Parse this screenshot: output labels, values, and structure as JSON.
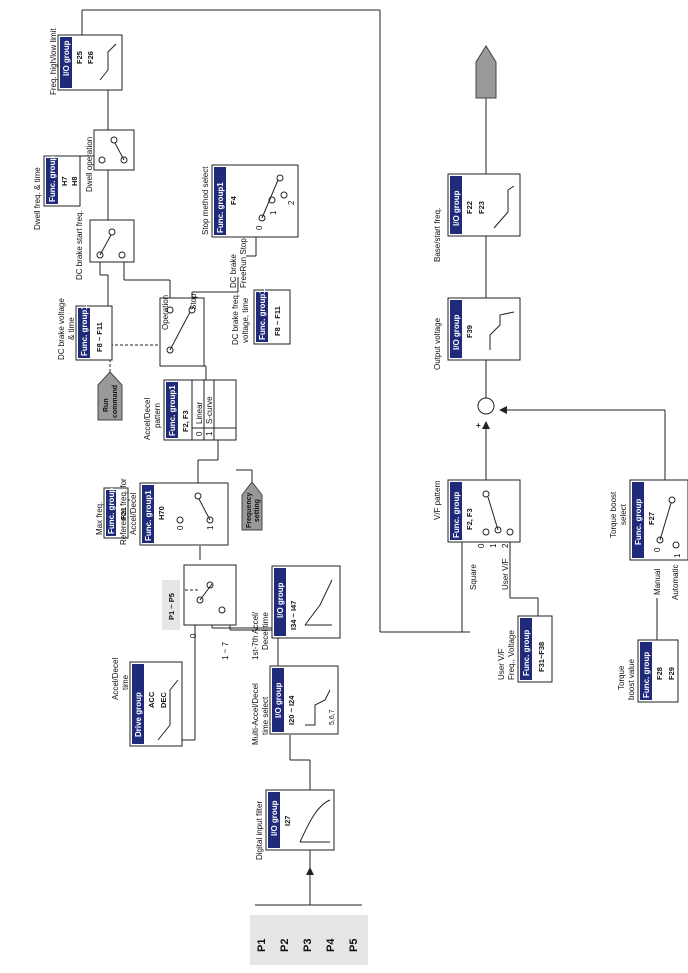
{
  "terminals": [
    "P1",
    "P2",
    "P3",
    "P4",
    "P5"
  ],
  "digital_filter": {
    "title": "Digital input filter",
    "group": "I/O group",
    "code": "I27"
  },
  "multi_accel": {
    "title_1": "Multi-Accel/Decel",
    "title_2": "time select",
    "group": "I/O group",
    "code": "I20 ~ I24",
    "note": "5,6,7"
  },
  "accel_1_7": {
    "title_1": "1st-7th Accel/",
    "title_2": "Decel time",
    "group": "I/O group",
    "code": "I34 ~ I47"
  },
  "accel_decel_time": {
    "title_1": "Accel/Decel",
    "title_2": "time",
    "group": "Drive group",
    "code_1": "ACC",
    "code_2": "DEC"
  },
  "p1p5_switch": {
    "label": "P1 ~ P5",
    "pos_0": "0",
    "pos_17": "1 ~ 7"
  },
  "max_freq": {
    "title": "Max freq.",
    "group": "Func. group1",
    "code": "F21"
  },
  "ref_freq": {
    "title_1": "Reference freq. for",
    "title_2": "Accel/Decel",
    "group": "Func. group1",
    "code": "H70",
    "pos_0": "0",
    "pos_1": "1"
  },
  "frequency_setting": {
    "line_1": "Frequency",
    "line_2": "setting"
  },
  "pattern": {
    "title_1": "Accel/Decel",
    "title_2": "pattern",
    "group": "Func. group1",
    "code": "F2, F3",
    "rows": [
      {
        "num": "0",
        "name": "Linear"
      },
      {
        "num": "1",
        "name": "S-curve"
      }
    ]
  },
  "run_command": {
    "line_1": "Run",
    "line_2": "command"
  },
  "op_switch": {
    "operation": "Operation",
    "stop": "Stop"
  },
  "dc_brake_voltage": {
    "title_1": "DC brake voltage",
    "title_2": "& time",
    "group": "Func. group1",
    "code": "F8 ~ F11"
  },
  "dc_brake_start": {
    "title": "DC brake start freq."
  },
  "dwell_freq": {
    "title": "Dwell freq. & time",
    "group": "Func. group1",
    "code_1": "H7",
    "code_2": "H8"
  },
  "dwell_operation": {
    "title": "Dwell operation"
  },
  "freq_limit": {
    "title": "Freq. high/low limit",
    "group": "I/O group",
    "code_1": "F25",
    "code_2": "F26"
  },
  "stop_method": {
    "title": "Stop method select",
    "group": "Func. group1",
    "code": "F4",
    "pos_0": "0",
    "pos_1": "1",
    "pos_2": "2"
  },
  "dc_brake_freq": {
    "title_1": "DC brake freq.",
    "title_2": "voltage, time",
    "group": "Func. group1",
    "code": "F8 ~ F11",
    "line_1": "DC brake",
    "line_2": "FreeRun Stop"
  },
  "vf_pattern": {
    "title": "V/F pattern",
    "group": "Func. group",
    "code": "F2, F3",
    "pos_0": "0",
    "pos_1": "1",
    "pos_2": "2",
    "square": "Square",
    "user_vf": "User V/F"
  },
  "user_vf": {
    "title_1": "User V/F",
    "title_2": "Freq., Voltage",
    "group": "Func. group",
    "code": "F31~F38"
  },
  "output_voltage": {
    "title": "Output voltage",
    "group": "I/O group",
    "code": "F39"
  },
  "base_start": {
    "title": "Base/start freq.",
    "group": "I/O group",
    "code_1": "F22",
    "code_2": "F23"
  },
  "torque_boost_select": {
    "title_1": "Torque boost",
    "title_2": "select",
    "group": "Func. group",
    "code": "F27",
    "pos_0": "0",
    "pos_1": "1",
    "manual": "Manual",
    "automatic": "Automatic"
  },
  "torque_boost_value": {
    "title_1": "Torque",
    "title_2": "boost value",
    "group": "Func. group",
    "code_1": "F28",
    "code_2": "F29"
  },
  "summing_plus": "+"
}
